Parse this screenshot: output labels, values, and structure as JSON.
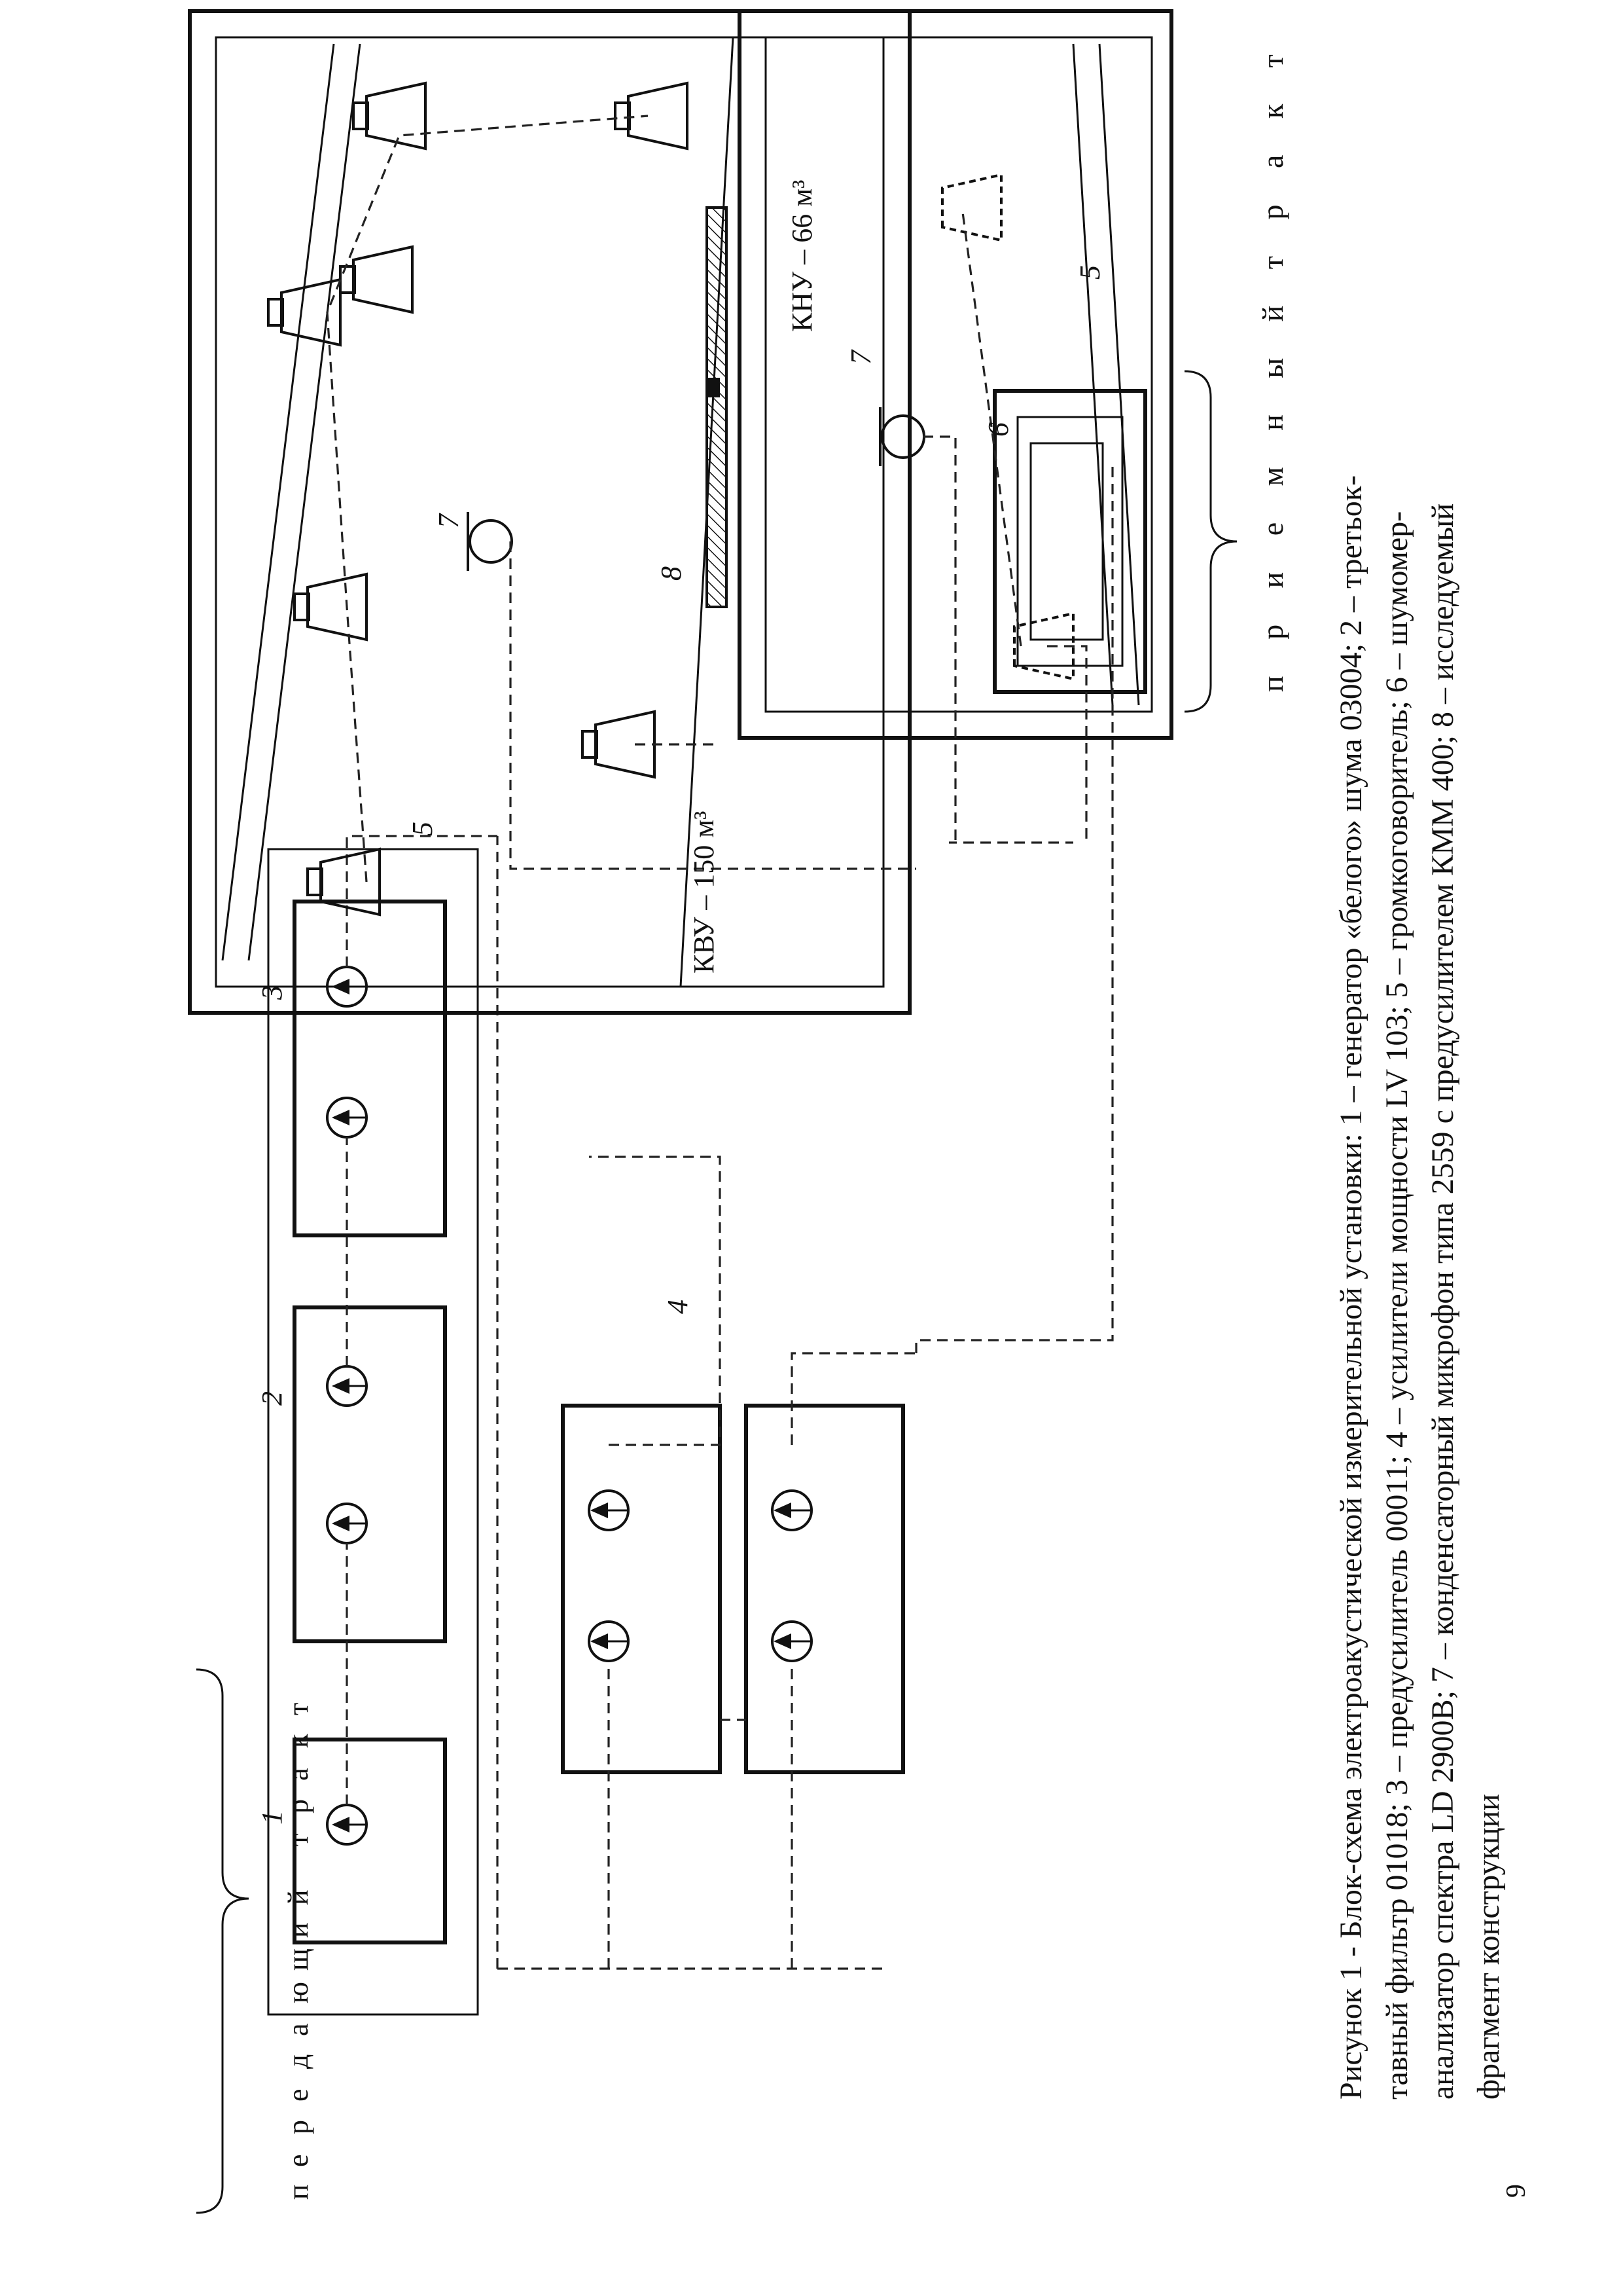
{
  "labels": {
    "n1": "1",
    "n2": "2",
    "n3": "3",
    "n4": "4",
    "n5a": "5",
    "n5b": "5",
    "n6": "6",
    "n7a": "7",
    "n7b": "7",
    "n8": "8",
    "room_kvu": "КВУ – 150 м³",
    "room_knu": "КНУ – 66 м³",
    "transmit_path": "п е р е д а ю щ и й  т р а к т",
    "receive_path": "п р и е м н ы й   т р а к т"
  },
  "transmit_letters": [
    "п",
    "е",
    "р",
    "е",
    "д",
    "а",
    "ю",
    "щ",
    "и",
    "й",
    "",
    "т",
    "р",
    "а",
    "к",
    "т"
  ],
  "caption": {
    "line1": "Рисунок 1 - Блок-схема электроакустической измерительной установки: 1 – генератор «белого» шума 03004; 2 – третьок-",
    "line2": "тавный фильтр 01018; 3 – предусилитель 00011; 4 – усилители мощности LV 103; 5 – громкоговоритель; 6 – шумомер-",
    "line3": "анализатор спектра LD 2900B; 7 – конденсаторный микрофон типа 2559 с предусилителем КММ 400; 8 – исследуемый",
    "line4": "фрагмент конструкции"
  },
  "page_number": "9"
}
